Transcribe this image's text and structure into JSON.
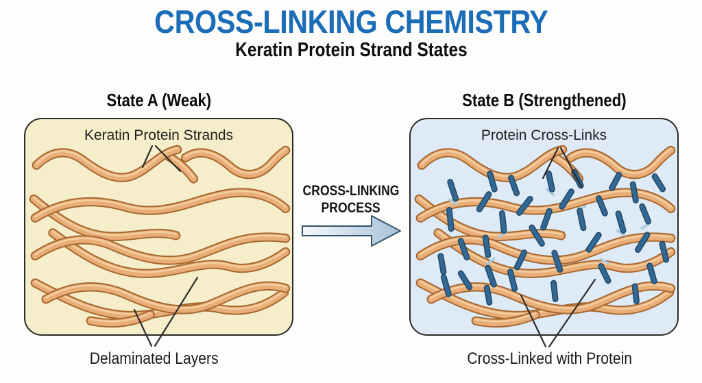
{
  "title": "CROSS-LINKING CHEMISTRY",
  "subtitle": "Keratin Protein Strand States",
  "panels": {
    "state_a": {
      "heading": "State A (Weak)",
      "inner_label": "Keratin Protein Strands",
      "bottom_label": "Delaminated Layers",
      "bg_color": "#f6eeca"
    },
    "state_b": {
      "heading": "State B (Strengthened)",
      "inner_label": "Protein Cross-Links",
      "bottom_label": "Cross-Linked with Protein",
      "bg_color": "#deeaf6"
    }
  },
  "process": {
    "label_line1": "CROSS-LINKING",
    "label_line2": "PROCESS",
    "arrow_icon": "right-arrow"
  },
  "colors": {
    "title_blue": "#1a6db6",
    "panel_a_bg": "#f6eeca",
    "panel_b_bg": "#deeaf6",
    "panel_border": "#2b2a26",
    "strand_fill": "#e9ad77",
    "strand_outline": "#a5672f",
    "strand_highlight": "#f6d2a4",
    "crosslink_body": "#336894",
    "crosslink_edge": "#1f4864",
    "crosslink_connector": "#a8cbe2",
    "pointer_line": "#2c2c2c",
    "arrow_outline": "#35536c",
    "arrow_fill_start": "#f6f9fb",
    "arrow_fill_end": "#a6c2d8"
  }
}
